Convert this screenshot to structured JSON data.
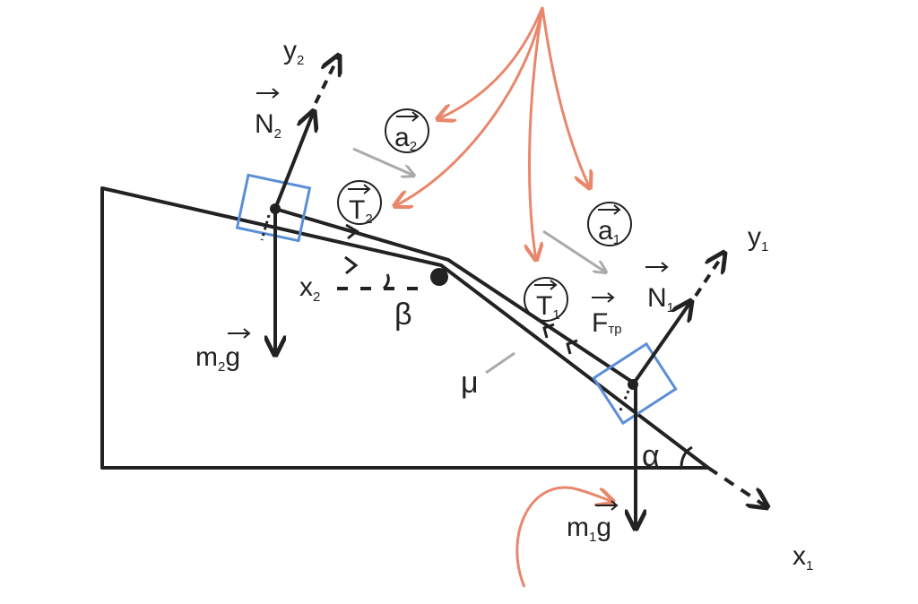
{
  "diagram": {
    "colors": {
      "line": "#222222",
      "block": "#5b8ed8",
      "annotation": "#e8876b",
      "acceleration": "#aaaaaa"
    },
    "labels": {
      "y2": {
        "main": "y",
        "sub": "2"
      },
      "N2": {
        "main": "N",
        "sub": "2"
      },
      "a2": {
        "main": "a",
        "sub": "2"
      },
      "T2": {
        "main": "T",
        "sub": "2"
      },
      "x2": {
        "main": "x",
        "sub": "2"
      },
      "beta": "β",
      "m2g": {
        "pre": "m",
        "sub": "2",
        "post": "g"
      },
      "mu": "μ",
      "a1": {
        "main": "a",
        "sub": "1"
      },
      "T1": {
        "main": "T",
        "sub": "1"
      },
      "Ftr": {
        "main": "F",
        "sub": "тр"
      },
      "N1": {
        "main": "N",
        "sub": "1"
      },
      "y1": {
        "main": "y",
        "sub": "1"
      },
      "alpha": "α",
      "m1g": {
        "pre": "m",
        "sub": "1",
        "post": "g"
      },
      "x1": {
        "main": "x",
        "sub": "1"
      }
    }
  }
}
